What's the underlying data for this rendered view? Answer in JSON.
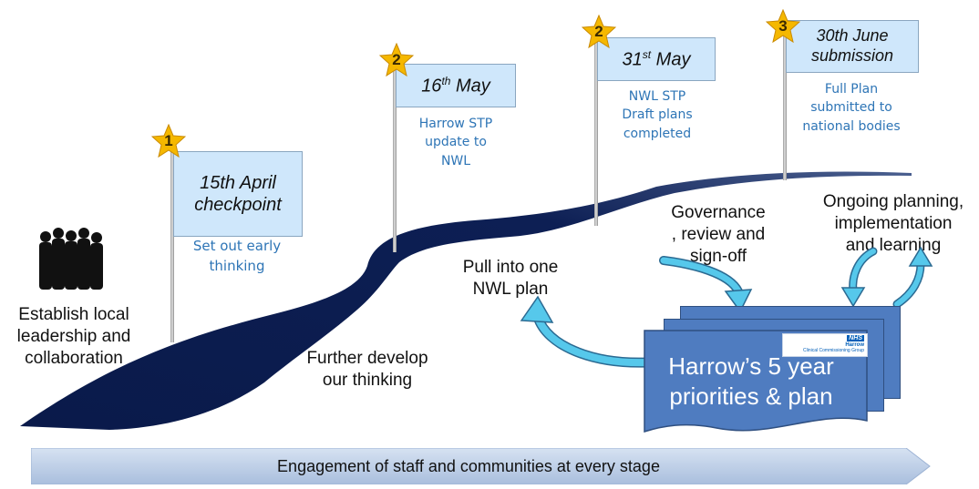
{
  "milestones": [
    {
      "number": "1",
      "flag_text": "15th April checkpoint",
      "note": "Set out early thinking"
    },
    {
      "number": "2",
      "flag_date": "16",
      "flag_sup": "th",
      "flag_month": " May",
      "note_lines": [
        "Harrow STP",
        "update to",
        "NWL"
      ]
    },
    {
      "number": "2",
      "flag_date": "31",
      "flag_sup": "st",
      "flag_month": " May",
      "note_lines": [
        "NWL STP",
        "Draft plans",
        "completed"
      ]
    },
    {
      "number": "3",
      "flag_lines": [
        "30th June",
        "submission"
      ],
      "note_lines": [
        "Full Plan",
        "submitted to",
        "national bodies"
      ]
    }
  ],
  "stages": {
    "establish": [
      "Establish local",
      "leadership and",
      "collaboration"
    ],
    "further": [
      "Further develop",
      "our thinking"
    ],
    "pull": [
      "Pull into one",
      "NWL plan"
    ],
    "governance": [
      "Governance",
      ", review and",
      "sign-off"
    ],
    "ongoing": [
      "Ongoing planning,",
      "implementation",
      "and learning"
    ]
  },
  "plan": {
    "lines": [
      "Harrow’s 5 year",
      "priorities & plan"
    ],
    "logo_brand": "NHS",
    "logo_org": "Harrow",
    "logo_sub": "Clinical Commissioning Group"
  },
  "banner": {
    "text": "Engagement of staff and communities at every stage"
  },
  "colors": {
    "road": "#0d1f54",
    "flag": "#cfe7fb",
    "note": "#2e75b6",
    "star": "#f5b800",
    "plan": "#4f7cc0",
    "arrow": "#4fc3e6",
    "banner": "#b7c9e4"
  }
}
